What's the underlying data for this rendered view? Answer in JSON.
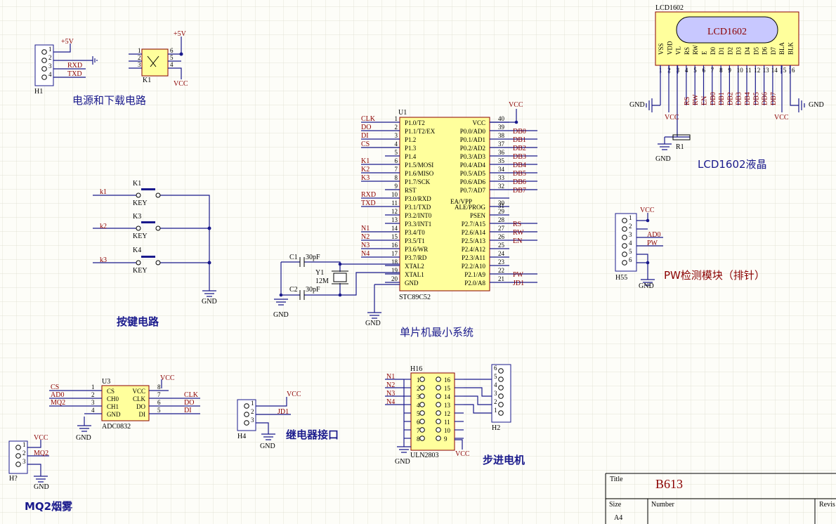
{
  "power": {
    "vcc": "VCC",
    "gnd": "GND",
    "p5v": "+5V"
  },
  "sections": {
    "power_download": "电源和下载电路",
    "keys": "按键电路",
    "mcu": "单片机最小系统",
    "lcd": "LCD1602液晶",
    "pw": "PW检测模块（排针）",
    "relay": "继电器接口",
    "stepper": "步进电机",
    "mq2": "MQ2烟雾"
  },
  "h1": {
    "ref": "H1",
    "pins": [
      "1",
      "2",
      "3",
      "4"
    ],
    "nets": [
      "RXD",
      "TXD"
    ]
  },
  "k1": {
    "ref": "K1",
    "pins_left": [
      "1",
      "2",
      "3"
    ],
    "pins_right": [
      "6",
      "5",
      "4"
    ]
  },
  "keys": {
    "items": [
      {
        "ref": "K1",
        "val": "KEY",
        "net": "k1"
      },
      {
        "ref": "K3",
        "val": "KEY",
        "net": "k2"
      },
      {
        "ref": "K4",
        "val": "KEY",
        "net": "k3"
      }
    ]
  },
  "mcu": {
    "ref": "U1",
    "part": "STC89C52",
    "left": [
      {
        "n": "1",
        "name": "P1.0/T2",
        "net": "CLK"
      },
      {
        "n": "2",
        "name": "P1.1/T2/EX",
        "net": "DO"
      },
      {
        "n": "3",
        "name": "P1.2",
        "net": "DI"
      },
      {
        "n": "4",
        "name": "P1.3",
        "net": "CS"
      },
      {
        "n": "5",
        "name": "P1.4",
        "net": ""
      },
      {
        "n": "6",
        "name": "P1.5/MOSI",
        "net": "K1"
      },
      {
        "n": "7",
        "name": "P1.6/MISO",
        "net": "K2"
      },
      {
        "n": "8",
        "name": "P1.7/SCK",
        "net": "K3"
      },
      {
        "n": "9",
        "name": "RST",
        "net": ""
      },
      {
        "n": "10",
        "name": "P3.0/RXD",
        "net": "RXD"
      },
      {
        "n": "11",
        "name": "P3.1/TXD",
        "net": "TXD"
      },
      {
        "n": "12",
        "name": "P3.2/INT0",
        "net": ""
      },
      {
        "n": "13",
        "name": "P3.3/INT1",
        "net": ""
      },
      {
        "n": "14",
        "name": "P3.4/T0",
        "net": "N1"
      },
      {
        "n": "15",
        "name": "P3.5/T1",
        "net": "N2"
      },
      {
        "n": "16",
        "name": "P3.6/WR",
        "net": "N3"
      },
      {
        "n": "17",
        "name": "P3.7/RD",
        "net": "N4"
      },
      {
        "n": "18",
        "name": "XTAL2",
        "net": ""
      },
      {
        "n": "19",
        "name": "XTAL1",
        "net": ""
      },
      {
        "n": "20",
        "name": "GND",
        "net": ""
      }
    ],
    "right": [
      {
        "n": "40",
        "name": "VCC",
        "net": ""
      },
      {
        "n": "39",
        "name": "P0.0/AD0",
        "net": "DB0"
      },
      {
        "n": "38",
        "name": "P0.1/AD1",
        "net": "DB1"
      },
      {
        "n": "37",
        "name": "P0.2/AD2",
        "net": "DB2"
      },
      {
        "n": "36",
        "name": "P0.3/AD3",
        "net": "DB3"
      },
      {
        "n": "35",
        "name": "P0.4/AD4",
        "net": "DB4"
      },
      {
        "n": "34",
        "name": "P0.5/AD5",
        "net": "DB5"
      },
      {
        "n": "33",
        "name": "P0.6/AD6",
        "net": "DB6"
      },
      {
        "n": "32",
        "name": "P0.7/AD7",
        "net": "DB7"
      },
      {
        "n": "30",
        "name": "ALE/PROG",
        "net": ""
      },
      {
        "n": "29",
        "name": "PSEN",
        "net": ""
      },
      {
        "n": "28",
        "name": "P2.7/A15",
        "net": "RS"
      },
      {
        "n": "27",
        "name": "P2.6/A14",
        "net": "RW"
      },
      {
        "n": "26",
        "name": "P2.5/A13",
        "net": "EN"
      },
      {
        "n": "25",
        "name": "P2.4/A12",
        "net": ""
      },
      {
        "n": "24",
        "name": "P2.3/A11",
        "net": ""
      },
      {
        "n": "23",
        "name": "P2.2/A10",
        "net": ""
      },
      {
        "n": "22",
        "name": "P2.1/A9",
        "net": "PW"
      },
      {
        "n": "21",
        "name": "P2.0/A8",
        "net": "JD1"
      }
    ],
    "ea": "EA/VPP",
    "ea_n": "31"
  },
  "crystal": {
    "c1": "C1",
    "c2": "C2",
    "c1v": "30pF",
    "c2v": "30pF",
    "y": "Y1",
    "yv": "12M"
  },
  "lcd": {
    "ref": "LCD1602",
    "label": "LCD1602",
    "pins": [
      "VSS",
      "VDD",
      "VL",
      "RS",
      "RW",
      "E",
      "D0",
      "D1",
      "D2",
      "D3",
      "D4",
      "D5",
      "D6",
      "D7",
      "BLA",
      "BLK"
    ],
    "nums": [
      "1",
      "2",
      "3",
      "4",
      "5",
      "6",
      "7",
      "8",
      "9",
      "10",
      "11",
      "12",
      "13",
      "14",
      "15",
      "16"
    ],
    "nets": [
      "RS",
      "RW",
      "EN",
      "DB0",
      "DB1",
      "DB2",
      "DB3",
      "DB4",
      "DB5",
      "DB6",
      "DB7"
    ],
    "r1": "R1"
  },
  "h55": {
    "ref": "H55",
    "pins": [
      "1",
      "2",
      "3",
      "4",
      "5",
      "6"
    ],
    "nets": [
      "AD0",
      "PW"
    ]
  },
  "adc": {
    "ref": "U3",
    "part": "ADC0832",
    "left": [
      "CS",
      "CH0",
      "CH1",
      "GND"
    ],
    "right": [
      "VCC",
      "CLK",
      "DO",
      "DI"
    ],
    "lnums": [
      "1",
      "2",
      "3",
      "4"
    ],
    "rnums": [
      "8",
      "7",
      "6",
      "5"
    ],
    "lnets": [
      "CS",
      "AD0",
      "MQ2"
    ],
    "rnets": [
      "CLK",
      "DO",
      "DI"
    ]
  },
  "h4": {
    "ref": "H4",
    "pins": [
      "1",
      "2",
      "3"
    ],
    "net": "JD1"
  },
  "uln": {
    "ref": "H16",
    "part": "ULN2803",
    "lnums": [
      "1",
      "2",
      "3",
      "4",
      "5",
      "6",
      "7",
      "8"
    ],
    "rnums": [
      "16",
      "15",
      "14",
      "13",
      "12",
      "11",
      "10",
      "9"
    ],
    "nets": [
      "N1",
      "N2",
      "N3",
      "N4"
    ]
  },
  "h2": {
    "ref": "H2",
    "pins": [
      "6",
      "5",
      "4",
      "3",
      "2",
      "1"
    ]
  },
  "h7": {
    "ref": "H?",
    "pins": [
      "1",
      "2",
      "3"
    ],
    "net": "MQ2"
  },
  "title_block": {
    "title_label": "Title",
    "title": "B613",
    "size_label": "Size",
    "size": "A4",
    "number_label": "Number",
    "revision_label": "Revis"
  }
}
